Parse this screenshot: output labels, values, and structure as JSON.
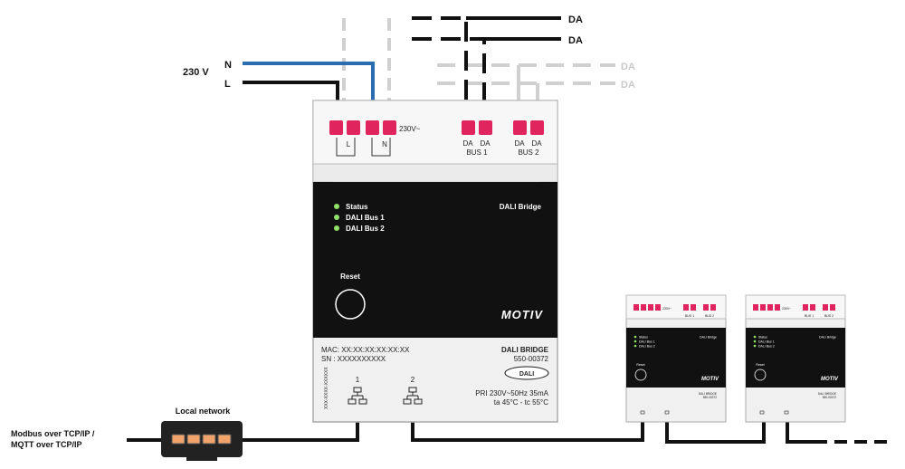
{
  "power": {
    "voltage_label": "230 V",
    "n_label": "N",
    "l_label": "L"
  },
  "bus_lines": {
    "da_active_1": "DA",
    "da_active_2": "DA",
    "da_inactive_1": "DA",
    "da_inactive_2": "DA"
  },
  "device": {
    "terminal_l": "L",
    "terminal_n": "N",
    "terminal_voltage": "230V~",
    "bus1_da1": "DA",
    "bus1_da2": "DA",
    "bus1_label": "BUS 1",
    "bus2_da1": "DA",
    "bus2_da2": "DA",
    "bus2_label": "BUS 2",
    "status_leds": [
      "Status",
      "DALI Bus 1",
      "DALI Bus 2"
    ],
    "product_name": "DALI Bridge",
    "reset_label": "Reset",
    "brand": "MOTIV",
    "mac": "MAC: XX:XX:XX:XX:XX:XX",
    "sn": "SN   : XXXXXXXXXX",
    "model_title": "DALI BRIDGE",
    "model_number": "550-00372",
    "dali_logo": "DALI",
    "port1_label": "1",
    "port2_label": "2",
    "rating_line1": "PRI 230V~50Hz 35mA",
    "rating_line2": "ta 45°C - tc 55°C",
    "side_code": "XXX-XXXX-XXXXXX"
  },
  "network": {
    "switch_label": "Local network",
    "protocol_line1": "Modbus over TCP/IP /",
    "protocol_line2": "MQTT over TCP/IP"
  },
  "small_device": {
    "terminal_voltage": "230V~",
    "bus1_label": "BUS 1",
    "bus2_label": "BUS 2",
    "status_leds": [
      "Status",
      "DALI Bus 1",
      "DALI Bus 2"
    ],
    "product_name": "DALI Bridge",
    "reset_label": "Reset",
    "brand": "MOTIV",
    "model_title": "DALI BRIDGE",
    "model_number": "550-00372"
  },
  "colors": {
    "neutral_wire": "#2a6db0",
    "terminal": "#e0245e",
    "led": "#8fe36a",
    "front_panel": "#111111",
    "inactive_wire": "#cfcfcf"
  }
}
